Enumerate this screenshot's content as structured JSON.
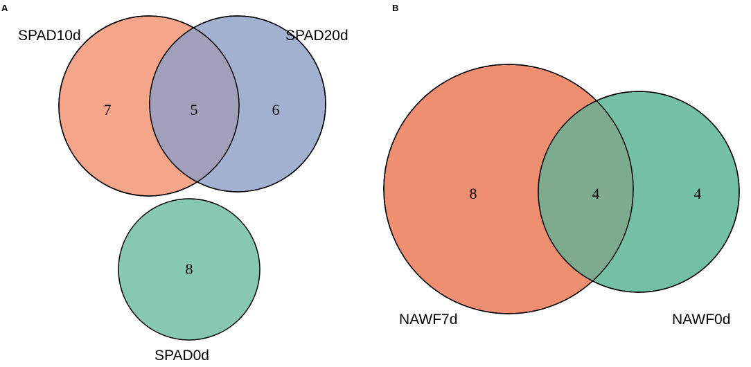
{
  "panel_a": {
    "letter": "A",
    "sets": {
      "spad10d": {
        "label": "SPAD10d",
        "color": "#f4a58a"
      },
      "spad20d": {
        "label": "SPAD20d",
        "color": "#a3b1d1"
      },
      "spad0d": {
        "label": "SPAD0d",
        "color": "#86c8b1"
      }
    },
    "counts": {
      "spad10d_only": "7",
      "spad10d_spad20d": "5",
      "spad20d_only": "6",
      "spad0d_only": "8"
    },
    "overlap_color": "#a29fba"
  },
  "panel_b": {
    "letter": "B",
    "sets": {
      "nawf7d": {
        "label": "NAWF7d",
        "color": "#ef8f72"
      },
      "nawf0d": {
        "label": "NAWF0d",
        "color": "#73c0a5"
      }
    },
    "counts": {
      "nawf7d_only": "8",
      "nawf7d_nawf0d": "4",
      "nawf0d_only": "4"
    },
    "overlap_color": "#7eab8d"
  }
}
